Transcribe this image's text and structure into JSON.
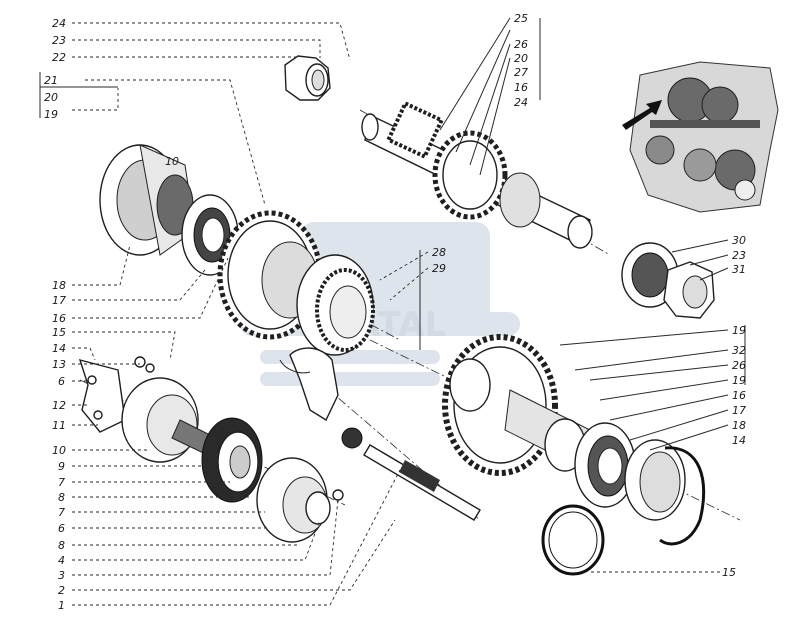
{
  "watermark_text": "ATAL",
  "callouts": [
    {
      "id": "c24a",
      "text": "24"
    },
    {
      "id": "c23a",
      "text": "23"
    },
    {
      "id": "c22",
      "text": "22"
    },
    {
      "id": "c21",
      "text": "21"
    },
    {
      "id": "c20a",
      "text": "20"
    },
    {
      "id": "c19a",
      "text": "19"
    },
    {
      "id": "c18",
      "text": "18"
    },
    {
      "id": "c17a",
      "text": "17"
    },
    {
      "id": "c16a",
      "text": "16"
    },
    {
      "id": "c15a",
      "text": "15"
    },
    {
      "id": "c14",
      "text": "14"
    },
    {
      "id": "c13",
      "text": "13"
    },
    {
      "id": "c6a",
      "text": "6"
    },
    {
      "id": "c12",
      "text": "12"
    },
    {
      "id": "c11",
      "text": "11"
    },
    {
      "id": "c10",
      "text": "10"
    },
    {
      "id": "c9",
      "text": "9"
    },
    {
      "id": "c7a",
      "text": "7"
    },
    {
      "id": "c8a",
      "text": "8"
    },
    {
      "id": "c7b",
      "text": "7"
    },
    {
      "id": "c6b",
      "text": "6"
    },
    {
      "id": "c8b",
      "text": "8"
    },
    {
      "id": "c4",
      "text": "4"
    },
    {
      "id": "c3",
      "text": "3"
    },
    {
      "id": "c2",
      "text": "2"
    },
    {
      "id": "c1",
      "text": "1"
    },
    {
      "id": "c25",
      "text": "25"
    },
    {
      "id": "c26a",
      "text": "26"
    },
    {
      "id": "c20b",
      "text": "20"
    },
    {
      "id": "c27",
      "text": "27"
    },
    {
      "id": "c16b",
      "text": "16"
    },
    {
      "id": "c24b",
      "text": "24"
    },
    {
      "id": "c28",
      "text": "28"
    },
    {
      "id": "c29",
      "text": "29"
    },
    {
      "id": "c30",
      "text": "30"
    },
    {
      "id": "c23b",
      "text": "23"
    },
    {
      "id": "c31",
      "text": "31"
    },
    {
      "id": "c19b",
      "text": "19"
    },
    {
      "id": "c32",
      "text": "32"
    },
    {
      "id": "c26b",
      "text": "26"
    },
    {
      "id": "c19c",
      "text": "19"
    },
    {
      "id": "c16c",
      "text": "16"
    },
    {
      "id": "c17b",
      "text": "17"
    },
    {
      "id": "c18b",
      "text": "18"
    },
    {
      "id": "c14b",
      "text": "14"
    },
    {
      "id": "c15b",
      "text": "15"
    },
    {
      "id": "c10b",
      "text": "10"
    }
  ]
}
